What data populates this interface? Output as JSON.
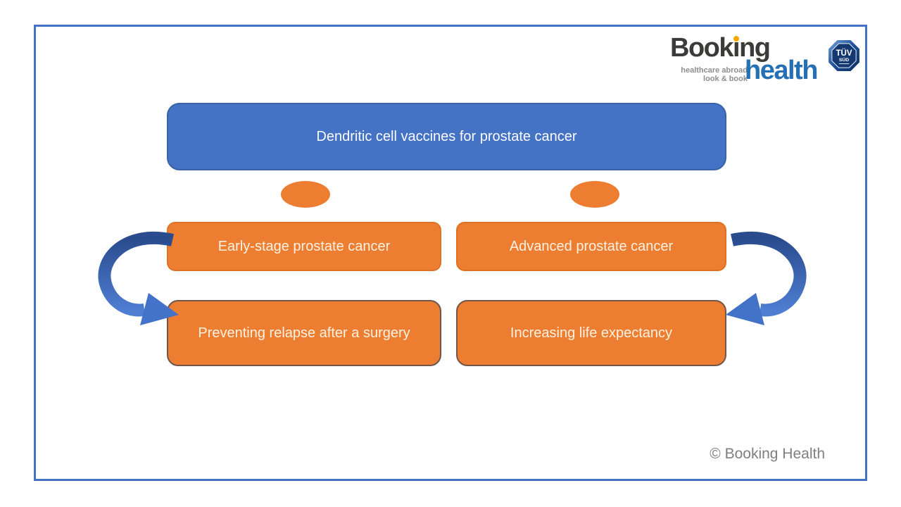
{
  "colors": {
    "accent_blue": "#4472C4",
    "accent_orange": "#ED7D31",
    "frame_border": "#4472C4",
    "arrow_blue_dark": "#2A4B8D",
    "arrow_blue_light": "#4E7DD2",
    "logo_dark": "#3B3B3A",
    "logo_blue": "#2570B5",
    "logo_gold": "#F5A800",
    "copyright_gray": "#7F7F7F"
  },
  "logo": {
    "word1_part1": "Book",
    "word1_i": "i",
    "word1_part2": "ng",
    "word2": "health",
    "tagline_line1": "healthcare abroad",
    "tagline_line2": "look & book"
  },
  "badge": {
    "line1": "TÜV",
    "line2": "SÜD"
  },
  "diagram": {
    "title": "Dendritic cell vaccines for prostate cancer",
    "branches": [
      {
        "label": "Early-stage prostate cancer",
        "outcome": "Preventing relapse after a surgery"
      },
      {
        "label": "Advanced prostate cancer",
        "outcome": "Increasing life expectancy"
      }
    ]
  },
  "footer": {
    "copyright": "© Booking Health"
  }
}
